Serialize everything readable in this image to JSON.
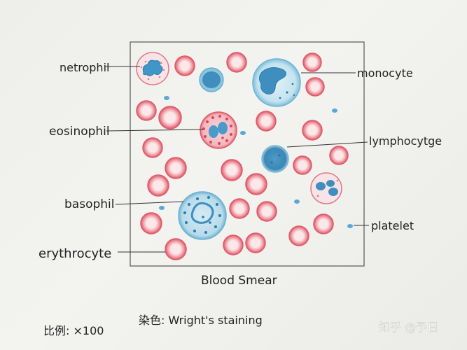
{
  "labels": {
    "neutrophil": "netrophil",
    "monocyte": "monocyte",
    "eosinophil": "eosinophil",
    "lymphocyte": "lymphocytge",
    "basophil": "basophil",
    "platelet": "platelet",
    "erythrocyte": "erythrocyte"
  },
  "caption": "Blood Smear",
  "scale_text": "比例: ×100",
  "stain_text": "染色: Wright's staining",
  "watermark": "知乎 @予日",
  "colors": {
    "erythrocyte": "#e4606e",
    "neutrophil_nucleus": "#4a9fcf",
    "eosinophil_granule": "#d9455a",
    "basophil": "#5ba8cf",
    "monocyte": "#7ec3df",
    "platelet": "#5aa8d6",
    "ink": "#2a2a2a"
  }
}
